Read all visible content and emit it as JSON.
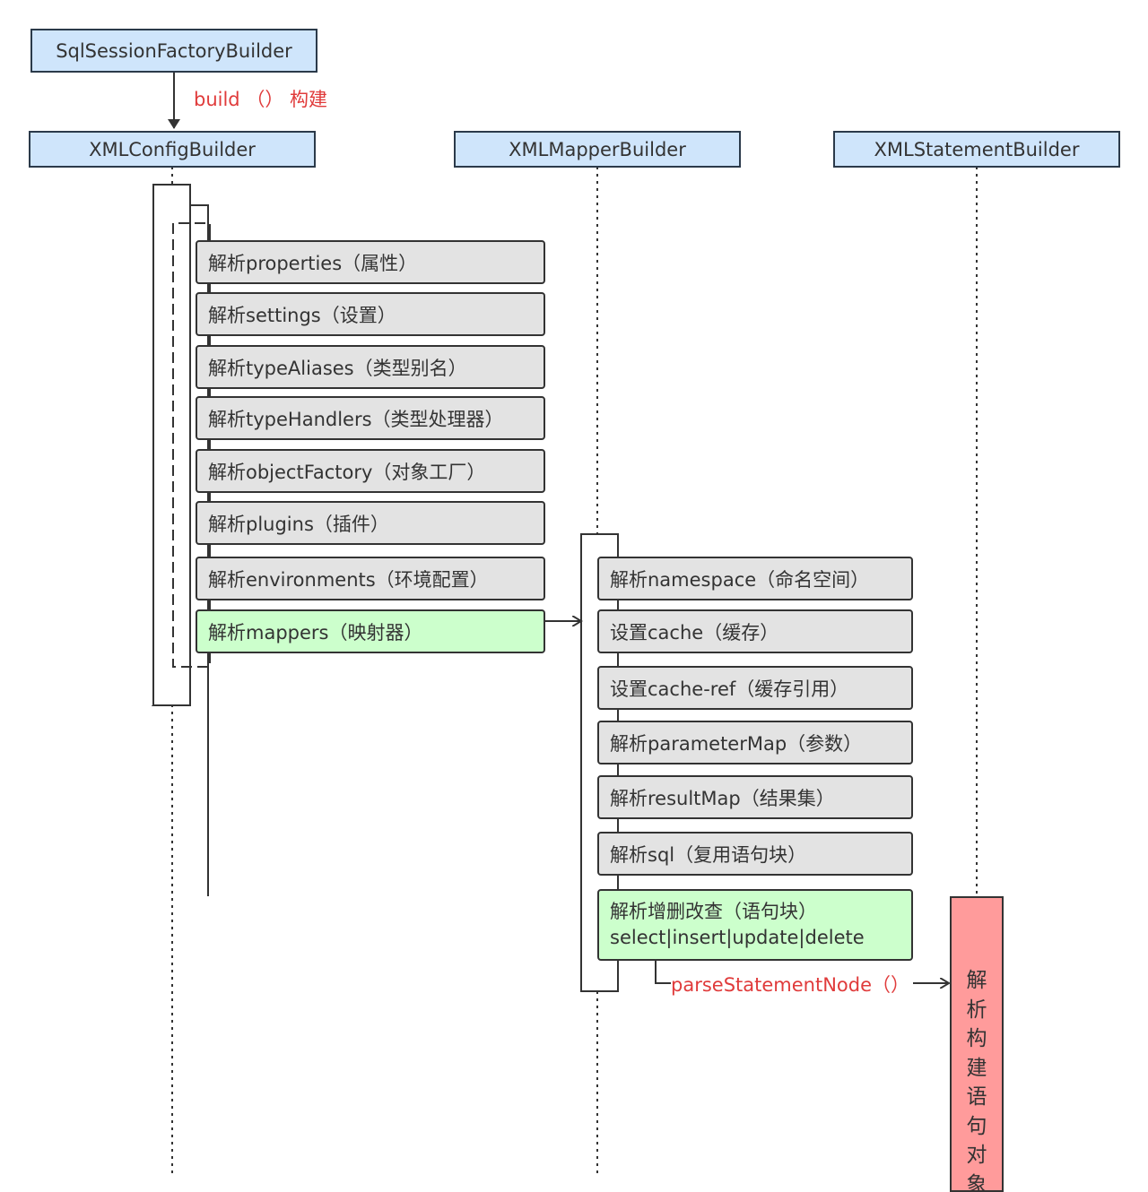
{
  "actors": {
    "sqlsession_factory_builder": "SqlSessionFactoryBuilder",
    "xml_config_builder": "XMLConfigBuilder",
    "xml_mapper_builder": "XMLMapperBuilder",
    "xml_statement_builder": "XMLStatementBuilder"
  },
  "messages": {
    "build": "build （） 构建",
    "parse_statement_node": "parseStatementNode（）"
  },
  "config_steps": [
    "解析properties（属性）",
    "解析settings（设置）",
    "解析typeAliases（类型别名）",
    "解析typeHandlers（类型处理器）",
    "解析objectFactory（对象工厂）",
    "解析plugins（插件）",
    "解析environments（环境配置）",
    "解析mappers（映射器）"
  ],
  "mapper_steps": [
    "解析namespace（命名空间）",
    "设置cache（缓存）",
    "设置cache-ref（缓存引用）",
    "解析parameterMap（参数）",
    "解析resultMap（结果集）",
    "解析sql（复用语句块）"
  ],
  "crud_step": {
    "line1": "解析增删改查（语句块）",
    "line2": "select|insert|update|delete"
  },
  "statement_box_chars": [
    "解",
    "析",
    "构",
    "建",
    "语",
    "句",
    "对",
    "象"
  ],
  "colors": {
    "actor_fill": "#cfe5fb",
    "step_fill": "#e3e3e3",
    "highlight_fill": "#ccffcc",
    "statement_fill": "#ff9b9b",
    "message_text": "#e03b3b"
  }
}
